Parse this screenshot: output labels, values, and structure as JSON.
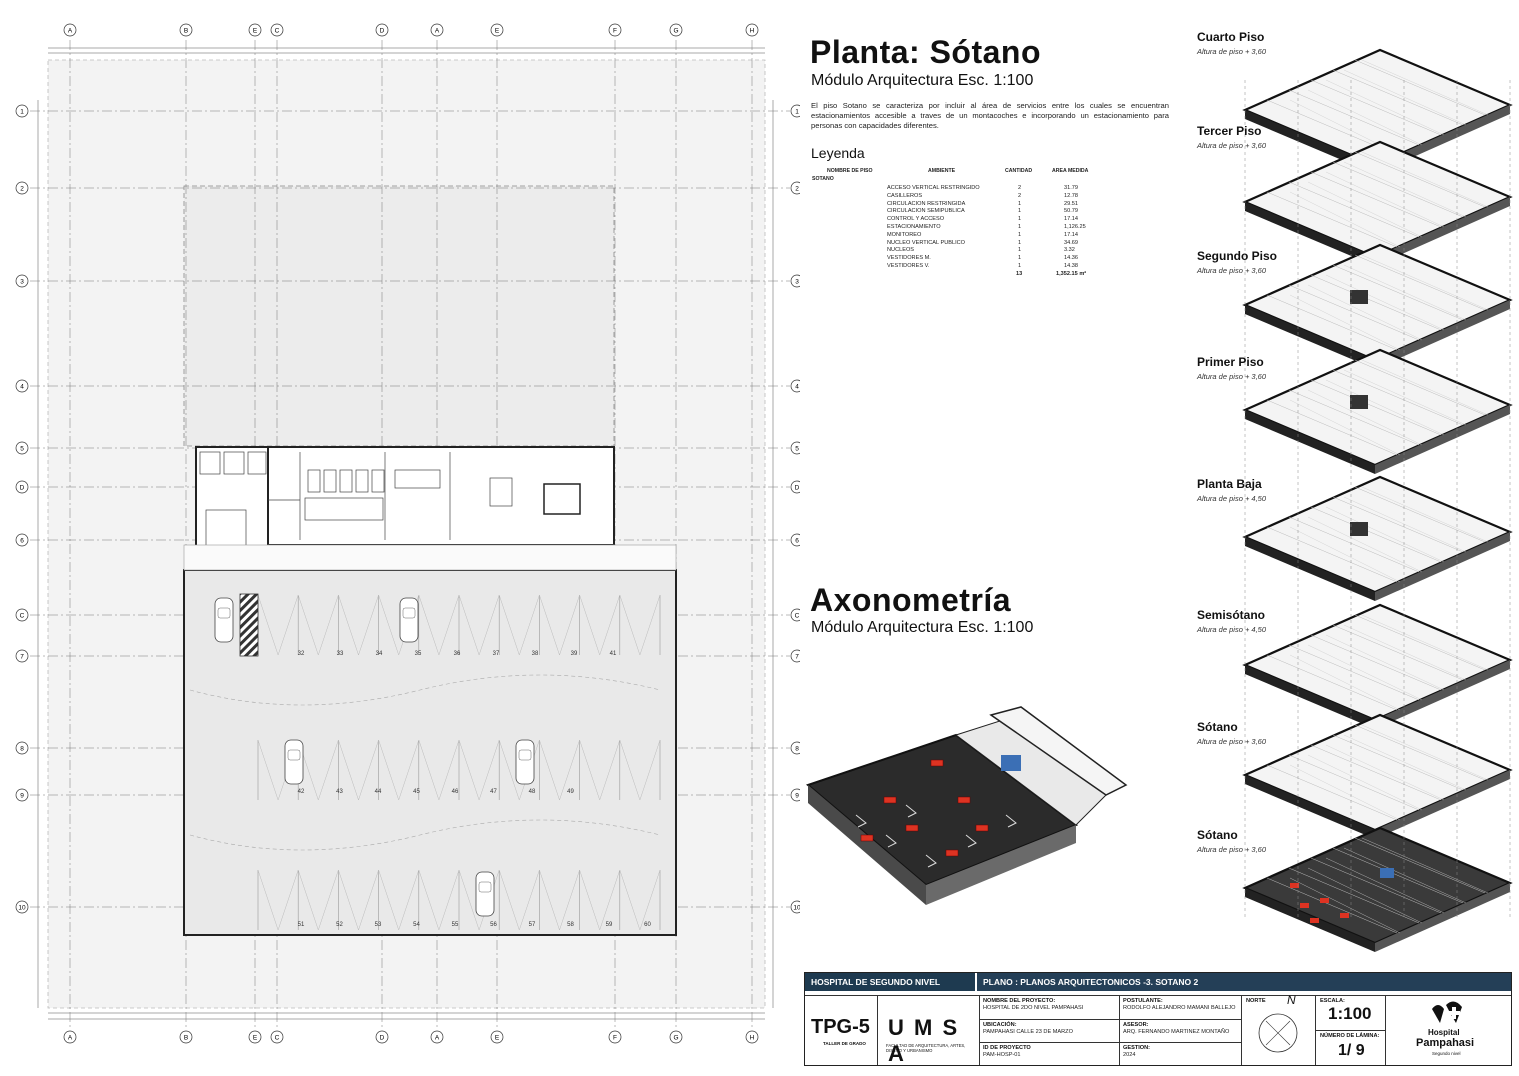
{
  "plan": {
    "col_axes": [
      "A",
      "B",
      "E",
      "C",
      "D",
      "A",
      "E",
      "F",
      "G",
      "H"
    ],
    "row_axes": [
      "1",
      "2",
      "3",
      "4",
      "5",
      "D",
      "6",
      "C",
      "7",
      "8",
      "9",
      "10"
    ],
    "parking_top": [
      "32",
      "33",
      "34",
      "35",
      "36",
      "37",
      "38",
      "39",
      "41"
    ],
    "parking_mid": [
      "42",
      "43",
      "44",
      "45",
      "46",
      "47",
      "48",
      "49"
    ],
    "parking_bottom": [
      "51",
      "52",
      "53",
      "54",
      "55",
      "56",
      "57",
      "58",
      "59",
      "60"
    ]
  },
  "sheet": {
    "title": "Planta: Sótano",
    "subtitle": "Módulo Arquitectura Esc. 1:100",
    "description": "El piso Sotano se caracteriza por incluir al área de servicios entre los cuales se encuentran estacionamientos accesible a traves de un montacoches e incorporando un estacionamiento para personas con capacidades diferentes.",
    "legend_title": "Leyenda",
    "axo_title": "Axonometría",
    "axo_subtitle": "Módulo Arquitectura Esc. 1:100"
  },
  "legend": {
    "headers": {
      "floor": "NOMBRE DE PISO",
      "ambiente": "AMBIENTE",
      "cantidad": "CANTIDAD",
      "area": "AREA MEDIDA"
    },
    "floor_name": "SOTANO",
    "rows": [
      {
        "ambiente": "ACCESO VERTICAL RESTRINGIDO",
        "cantidad": "2",
        "area": "31.79"
      },
      {
        "ambiente": "CASILLEROS",
        "cantidad": "2",
        "area": "12.78"
      },
      {
        "ambiente": "CIRCULACION RESTRINGIDA",
        "cantidad": "1",
        "area": "29.51"
      },
      {
        "ambiente": "CIRCULACION SEMIPUBLICA",
        "cantidad": "1",
        "area": "50.79"
      },
      {
        "ambiente": "CONTROL Y ACCESO",
        "cantidad": "1",
        "area": "17.14"
      },
      {
        "ambiente": "ESTACIONAMIENTO",
        "cantidad": "1",
        "area": "1,126.25"
      },
      {
        "ambiente": "MONITOREO",
        "cantidad": "1",
        "area": "17.14"
      },
      {
        "ambiente": "NUCLEO VERTICAL PUBLICO",
        "cantidad": "1",
        "area": "34.69"
      },
      {
        "ambiente": "NUCLEOS",
        "cantidad": "1",
        "area": "3.32"
      },
      {
        "ambiente": "VESTIDORES M.",
        "cantidad": "1",
        "area": "14.36"
      },
      {
        "ambiente": "VESTIDORES V.",
        "cantidad": "1",
        "area": "14.38"
      }
    ],
    "total_cantidad": "13",
    "total_area": "1,352.15 m²"
  },
  "floors": [
    {
      "name": "Cuarto Piso",
      "height": "Altura de piso + 3,60"
    },
    {
      "name": "Tercer Piso",
      "height": "Altura de piso + 3,60"
    },
    {
      "name": "Segundo Piso",
      "height": "Altura de piso + 3,60"
    },
    {
      "name": "Primer Piso",
      "height": "Altura de piso + 3,60"
    },
    {
      "name": "Planta Baja",
      "height": "Altura de piso + 4,50"
    },
    {
      "name": "Semisótano",
      "height": "Altura de piso + 4,50"
    },
    {
      "name": "Sótano",
      "height": "Altura de piso + 3,60"
    },
    {
      "name": "Sótano",
      "height": "Altura de piso + 3,60"
    }
  ],
  "titleblock": {
    "project_band": "HOSPITAL DE SEGUNDO NIVEL",
    "plan_band": "PLANO : PLANOS ARQUITECTONICOS -3. SOTANO 2",
    "code": "TPG-5",
    "code_sub": "TALLER DE GRADO",
    "university": "U M S A",
    "faculty": "FACULTAD DE ARQUITECTURA, ARTES, DISEÑO Y URBANISMO",
    "project_name_label": "NOMBRE DEL PROYECTO:",
    "project_name": "HOSPITAL DE 2DO NIVEL PAMPAHASI",
    "location_label": "UBICACIÓN:",
    "location": "PAMPAHASI CALLE 23 DE MARZO",
    "id_label": "ID DE PROYECTO",
    "id": "PAM-HOSP-01",
    "applicant_label": "POSTULANTE:",
    "applicant": "RODOLFO ALEJANDRO MAMANI BALLEJO",
    "advisor_label": "ASESOR:",
    "advisor": "ARQ. FERNANDO MARTINEZ MONTAÑO",
    "gestion_label": "GESTION:",
    "gestion": "2024",
    "north_label": "NORTE",
    "north_letter": "N",
    "scale_label": "ESCALA:",
    "scale": "1:100",
    "sheet_label": "NÚMERO DE LÁMINA:",
    "sheet": "1/ 9",
    "logo_name": "Hospital",
    "logo_name2": "Pampahasi",
    "logo_tag": "Segundo nivel"
  }
}
